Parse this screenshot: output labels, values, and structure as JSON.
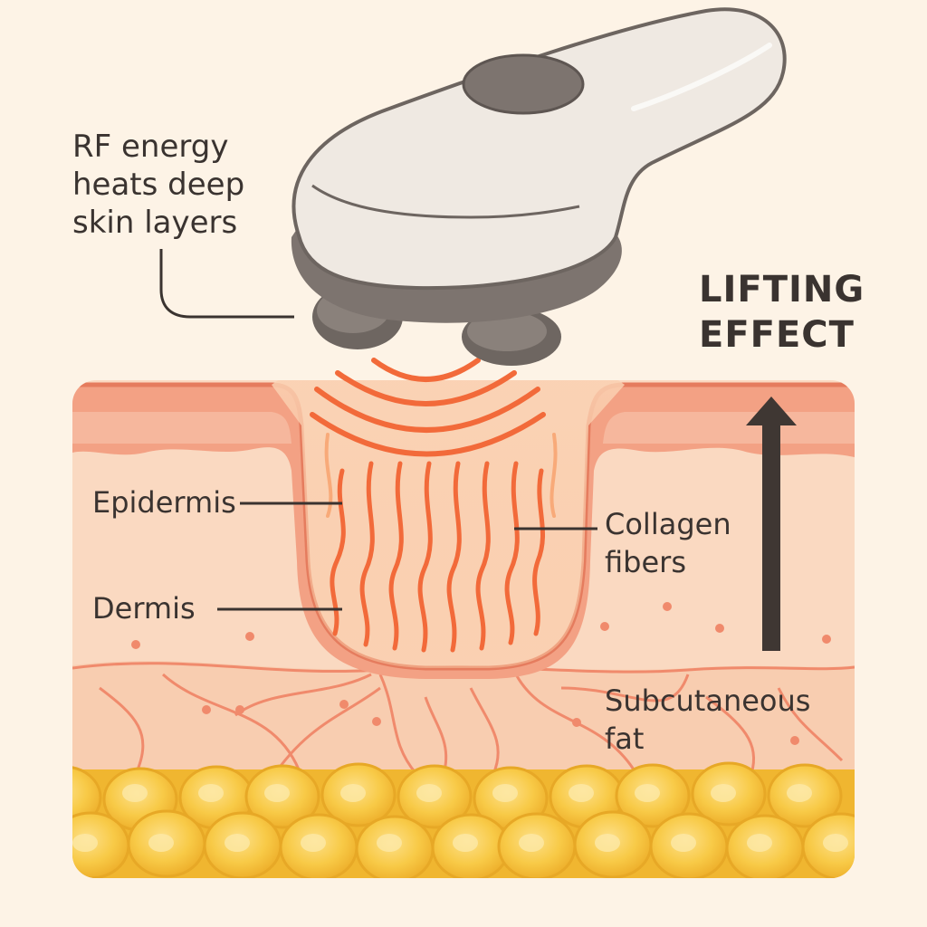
{
  "device_label": [
    "RF energy",
    "heats deep",
    "skin layers"
  ],
  "effect_label": [
    "LIFTING",
    "EFFECT"
  ],
  "layers": {
    "epidermis": "Epidermis",
    "dermis": "Dermis",
    "collagen": [
      "Collagen",
      "fibers"
    ],
    "fat": [
      "Subcutaneous",
      "fat"
    ]
  },
  "colors": {
    "background": "#fdf3e6",
    "skin_surface": "#f4a98c",
    "dermis": "#f9d6bd",
    "heat": "#f26a3a",
    "fat": "#f6c33c",
    "device_body": "#efe9e2",
    "device_grey": "#7a716c",
    "arrow": "#3f3733"
  }
}
